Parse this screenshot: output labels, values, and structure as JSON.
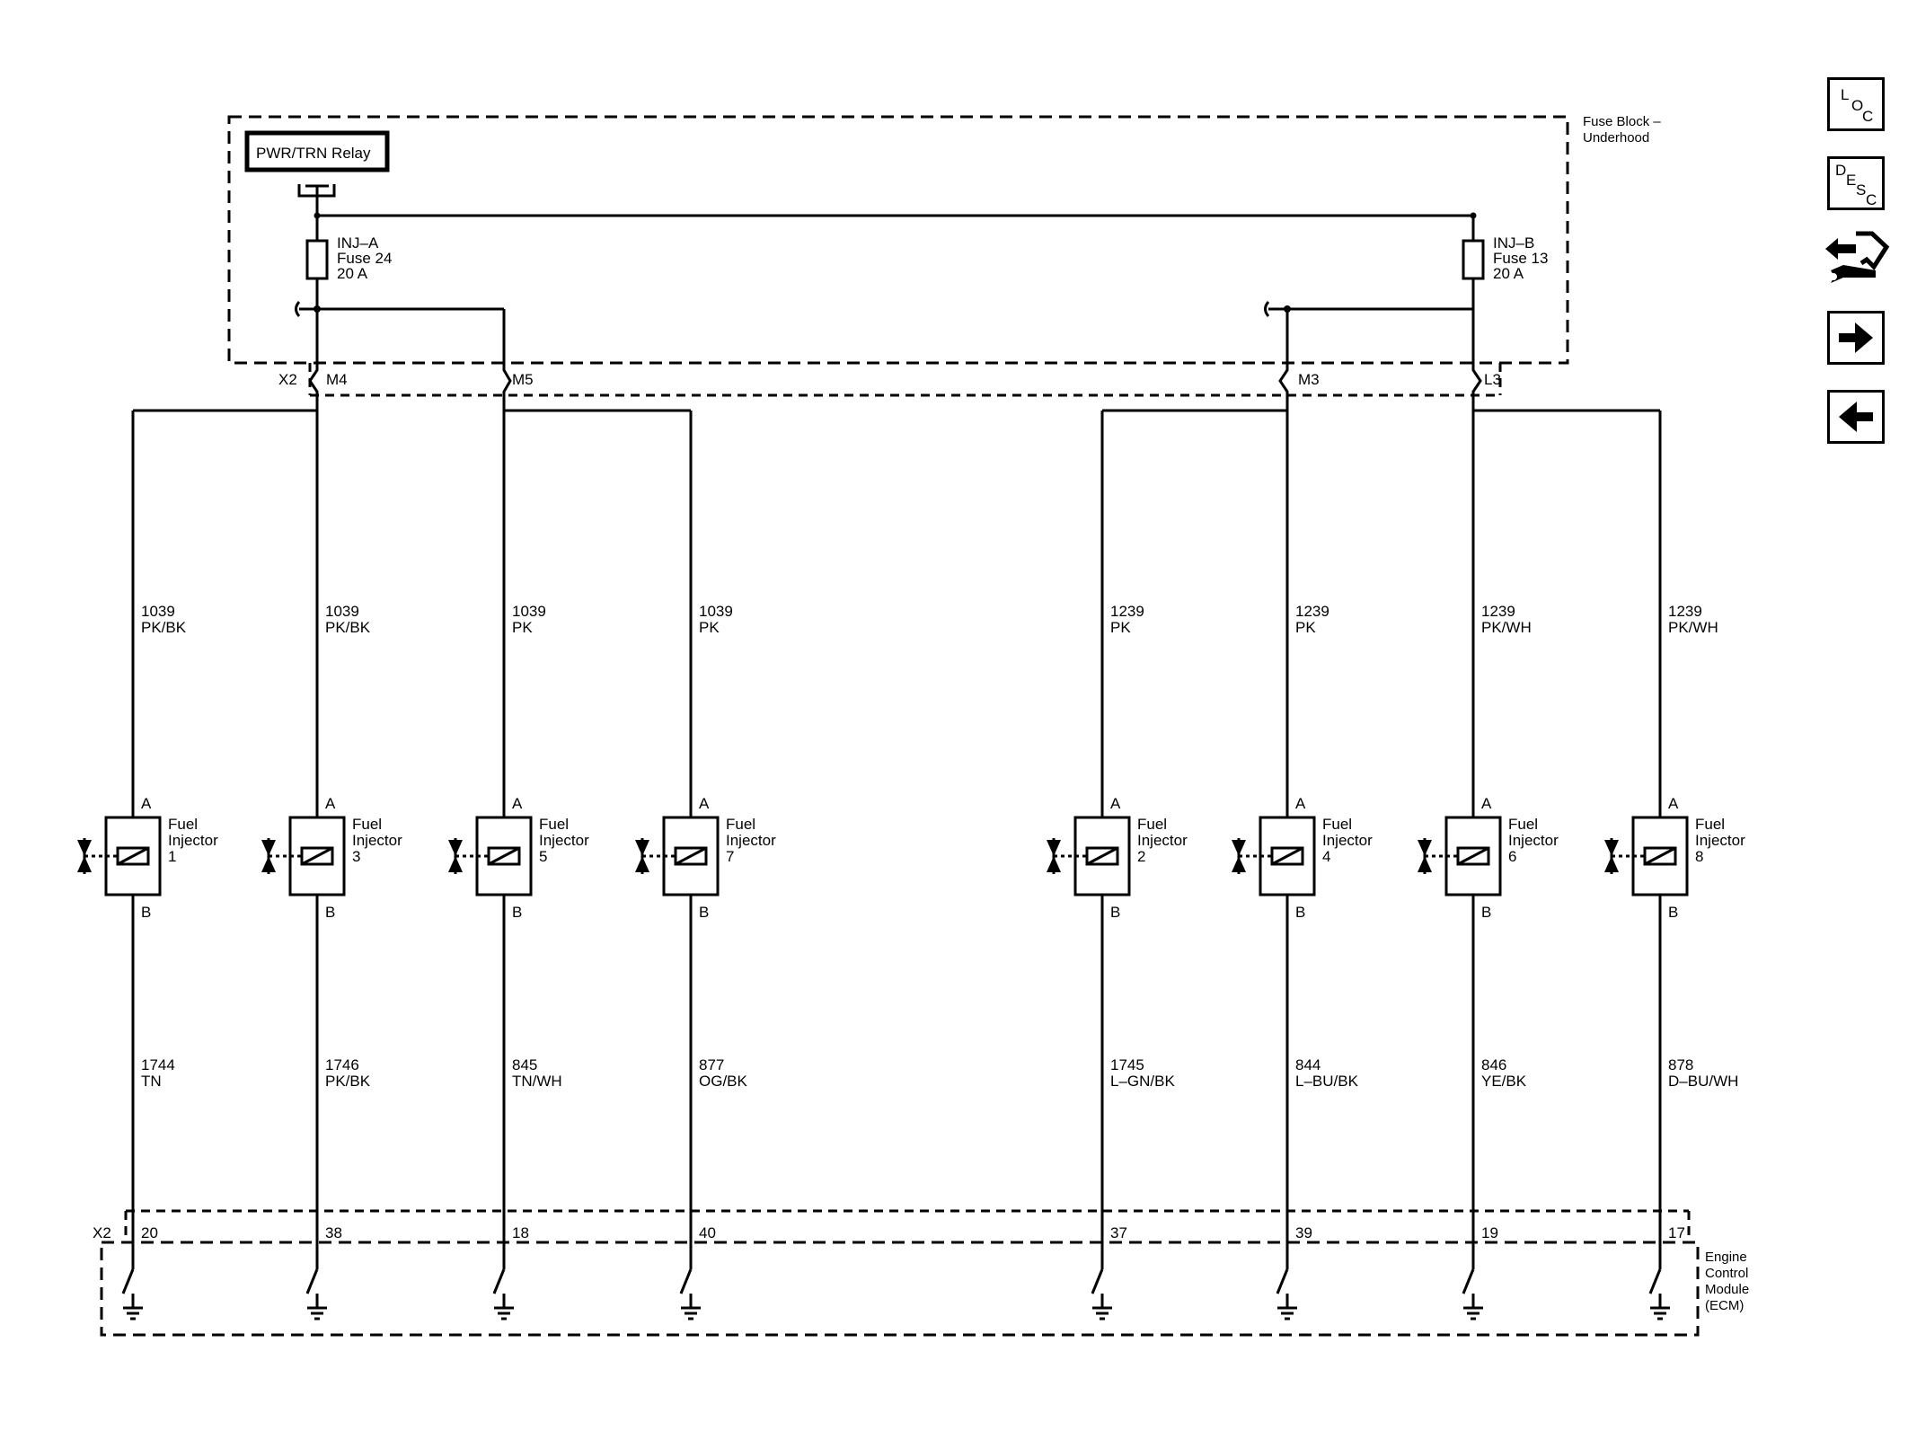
{
  "fuse_block": {
    "label_line1": "Fuse Block –",
    "label_line2": "Underhood",
    "relay": "PWR/TRN Relay",
    "fuses": [
      {
        "name": "INJ–A",
        "number": "Fuse 24",
        "rating": "20 A"
      },
      {
        "name": "INJ–B",
        "number": "Fuse 13",
        "rating": "20 A"
      }
    ],
    "connector": "X2",
    "pins": [
      "M4",
      "M5",
      "M3",
      "L3"
    ]
  },
  "ecm": {
    "label_lines": [
      "Engine",
      "Control",
      "Module",
      "(ECM)"
    ],
    "connector": "X2"
  },
  "injectors": [
    {
      "name_line1": "Fuel",
      "name_line2": "Injector",
      "number": "1",
      "pin_a": "A",
      "pin_b": "B",
      "feed_circuit": "1039",
      "feed_color": "PK/BK",
      "ctrl_circuit": "1744",
      "ctrl_color": "TN",
      "ecm_pin": "20"
    },
    {
      "name_line1": "Fuel",
      "name_line2": "Injector",
      "number": "3",
      "pin_a": "A",
      "pin_b": "B",
      "feed_circuit": "1039",
      "feed_color": "PK/BK",
      "ctrl_circuit": "1746",
      "ctrl_color": "PK/BK",
      "ecm_pin": "38"
    },
    {
      "name_line1": "Fuel",
      "name_line2": "Injector",
      "number": "5",
      "pin_a": "A",
      "pin_b": "B",
      "feed_circuit": "1039",
      "feed_color": "PK",
      "ctrl_circuit": "845",
      "ctrl_color": "TN/WH",
      "ecm_pin": "18"
    },
    {
      "name_line1": "Fuel",
      "name_line2": "Injector",
      "number": "7",
      "pin_a": "A",
      "pin_b": "B",
      "feed_circuit": "1039",
      "feed_color": "PK",
      "ctrl_circuit": "877",
      "ctrl_color": "OG/BK",
      "ecm_pin": "40"
    },
    {
      "name_line1": "Fuel",
      "name_line2": "Injector",
      "number": "2",
      "pin_a": "A",
      "pin_b": "B",
      "feed_circuit": "1239",
      "feed_color": "PK",
      "ctrl_circuit": "1745",
      "ctrl_color": "L–GN/BK",
      "ecm_pin": "37"
    },
    {
      "name_line1": "Fuel",
      "name_line2": "Injector",
      "number": "4",
      "pin_a": "A",
      "pin_b": "B",
      "feed_circuit": "1239",
      "feed_color": "PK",
      "ctrl_circuit": "844",
      "ctrl_color": "L–BU/BK",
      "ecm_pin": "39"
    },
    {
      "name_line1": "Fuel",
      "name_line2": "Injector",
      "number": "6",
      "pin_a": "A",
      "pin_b": "B",
      "feed_circuit": "1239",
      "feed_color": "PK/WH",
      "ctrl_circuit": "846",
      "ctrl_color": "YE/BK",
      "ecm_pin": "19"
    },
    {
      "name_line1": "Fuel",
      "name_line2": "Injector",
      "number": "8",
      "pin_a": "A",
      "pin_b": "B",
      "feed_circuit": "1239",
      "feed_color": "PK/WH",
      "ctrl_circuit": "878",
      "ctrl_color": "D–BU/WH",
      "ecm_pin": "17"
    }
  ],
  "nav": [
    {
      "icon": "loc-icon",
      "glyphs": [
        "L",
        "O",
        "C"
      ]
    },
    {
      "icon": "desc-icon",
      "glyphs": [
        "D",
        "E",
        "S",
        "C"
      ]
    },
    {
      "icon": "wrench-arrows-icon"
    },
    {
      "icon": "arrow-right-icon"
    },
    {
      "icon": "arrow-left-icon"
    }
  ]
}
